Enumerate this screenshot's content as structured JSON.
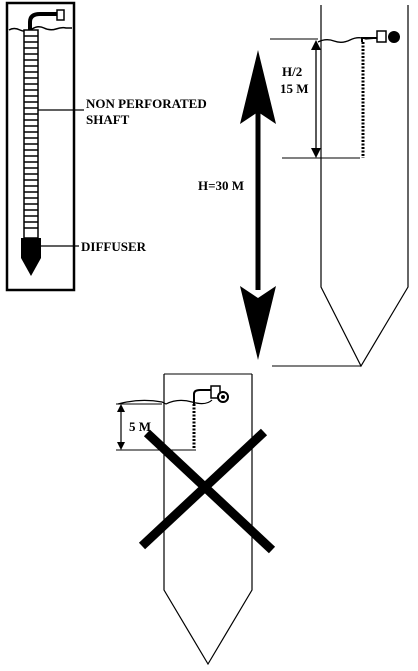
{
  "labels": {
    "non_perforated_1": "NON PERFORATED",
    "non_perforated_2": "SHAFT",
    "diffuser": "DIFFUSER",
    "half_height_1": "H/2",
    "half_height_2": "15 M",
    "total_height": "H=30 M",
    "depth_5m": "5 M"
  },
  "colors": {
    "ink": "#000000",
    "paper": "#ffffff"
  }
}
